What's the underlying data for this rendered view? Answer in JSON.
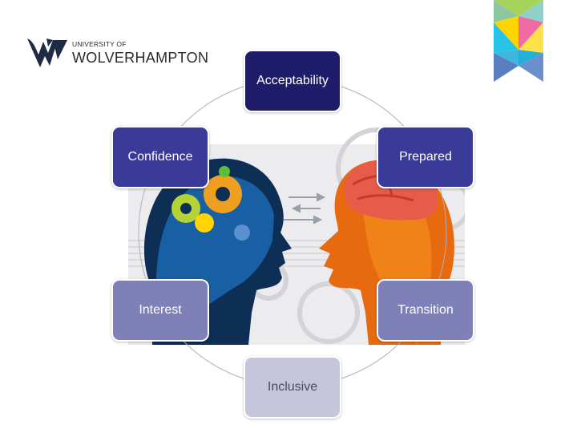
{
  "logo": {
    "line1": "UNIVERSITY OF",
    "line2": "WOLVERHAMPTON",
    "icon": "university-wolf-logo-icon"
  },
  "corner_mark": {
    "icon": "colored-bookmark-icon",
    "colors": [
      "#a6d35a",
      "#f06aa3",
      "#ffd400",
      "#27c3e8",
      "#5a7fc0"
    ]
  },
  "illustration": {
    "icon": "two-heads-gears-icon"
  },
  "diagram": {
    "nodes": [
      {
        "id": "acceptability",
        "label": "Acceptability"
      },
      {
        "id": "prepared",
        "label": "Prepared"
      },
      {
        "id": "transition",
        "label": "Transition"
      },
      {
        "id": "inclusive",
        "label": "Inclusive"
      },
      {
        "id": "interest",
        "label": "Interest"
      },
      {
        "id": "confidence",
        "label": "Confidence"
      }
    ],
    "colors": {
      "dark": "#1f1d6b",
      "mid": "#3a3a98",
      "light": "#7f80b8",
      "pale": "#c5c6dc",
      "ring": "#b0b0b8"
    }
  }
}
